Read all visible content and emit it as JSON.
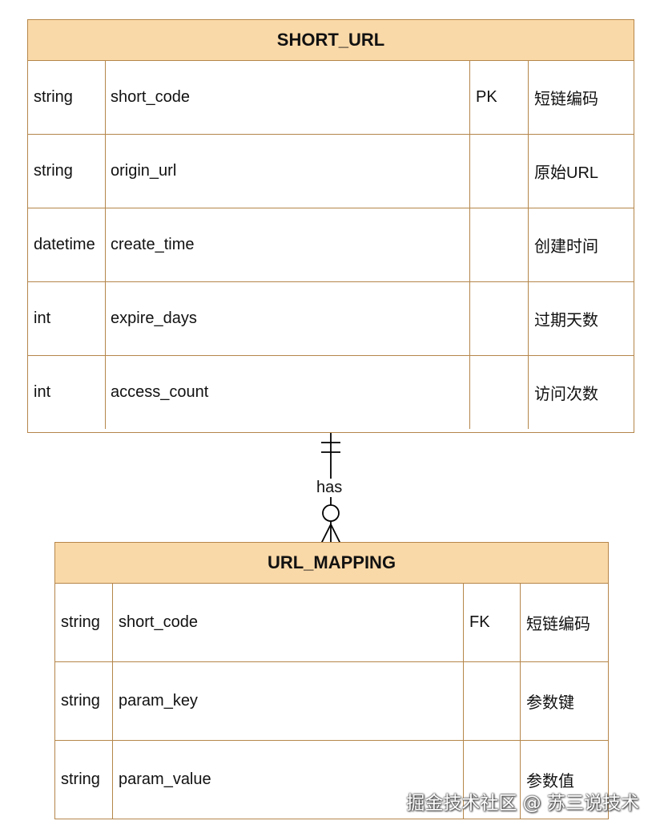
{
  "short_url": {
    "title": "SHORT_URL",
    "rows": [
      {
        "type": "string",
        "name": "short_code",
        "key": "PK",
        "comment": "短链编码"
      },
      {
        "type": "string",
        "name": "origin_url",
        "key": "",
        "comment": "原始URL"
      },
      {
        "type": "datetime",
        "name": "create_time",
        "key": "",
        "comment": "创建时间"
      },
      {
        "type": "int",
        "name": "expire_days",
        "key": "",
        "comment": "过期天数"
      },
      {
        "type": "int",
        "name": "access_count",
        "key": "",
        "comment": "访问次数"
      }
    ]
  },
  "relation": {
    "label": "has"
  },
  "url_mapping": {
    "title": "URL_MAPPING",
    "rows": [
      {
        "type": "string",
        "name": "short_code",
        "key": "FK",
        "comment": "短链编码"
      },
      {
        "type": "string",
        "name": "param_key",
        "key": "",
        "comment": "参数键"
      },
      {
        "type": "string",
        "name": "param_value",
        "key": "",
        "comment": "参数值"
      }
    ]
  },
  "watermark": "掘金技术社区 @ 苏三说技术",
  "colors": {
    "header_fill": "#fad9a8",
    "border": "#b5864a",
    "line": "#000000"
  }
}
